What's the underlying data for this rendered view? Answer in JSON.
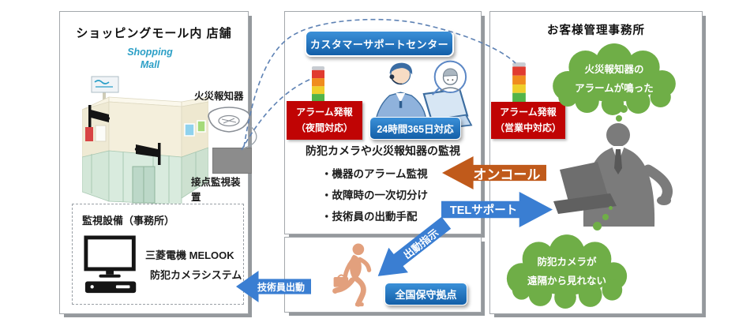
{
  "panels": {
    "shop": {
      "title": "ショッピングモール内 店舗",
      "building_sign_line1": "Shopping",
      "building_sign_line2": "Mall",
      "fire_alarm_label": "火災報知器",
      "contact_device_label": "接点監視装置",
      "equipment_box": {
        "title": "監視設備（事務所）",
        "line1": "三菱電機 MELOOK",
        "line2": "防犯カメラシステム"
      }
    },
    "support": {
      "title": "カスタマーサポートセンター",
      "alarm_badge_line1": "アラーム発報",
      "alarm_badge_line2": "（夜間対応）",
      "availability_badge": "24時間365日対応",
      "heading": "防犯カメラや火災報知器の監視",
      "bullets": [
        "・機器のアラーム監視",
        "・故障時の一次切分け",
        "・技術員の出動手配"
      ]
    },
    "maintenance": {
      "base_badge": "全国保守拠点"
    },
    "customer": {
      "title": "お客様管理事務所",
      "alarm_badge_line1": "アラーム発報",
      "alarm_badge_line2": "（営業中対応）",
      "thought_fire": {
        "line1": "火災報知器の",
        "line2": "アラームが鳴った"
      },
      "thought_camera": {
        "line1": "防犯カメラが",
        "line2": "遠隔から見れない"
      }
    }
  },
  "arrows": {
    "oncall": "オンコール",
    "tel_support": "TELサポート",
    "dispatch_order": "出動指示",
    "engineer_dispatch": "技術員出動"
  },
  "icons": {
    "shop": [
      "cctv-camera-icon",
      "smoke-detector-icon",
      "contact-monitor-device",
      "monitor-icon",
      "video-recorder-icon"
    ],
    "support": [
      "signal-tower-icon",
      "support-operator-illustration",
      "customer-speech-bubble-icon"
    ],
    "maintenance": [
      "runner-icon"
    ],
    "customer": [
      "signal-tower-icon",
      "businessman-silhouette-icon",
      "laptop-icon",
      "thought-cloud-icon"
    ]
  },
  "colors": {
    "badge_blue": "#1b74c4",
    "alarm_red": "#c00404",
    "oncall_orange": "#c05a1b",
    "arrow_blue": "#3a7ed2",
    "cloud_green": "#6fae47",
    "runner_tan": "#e2a07d",
    "silhouette_gray": "#7b7b7b"
  }
}
